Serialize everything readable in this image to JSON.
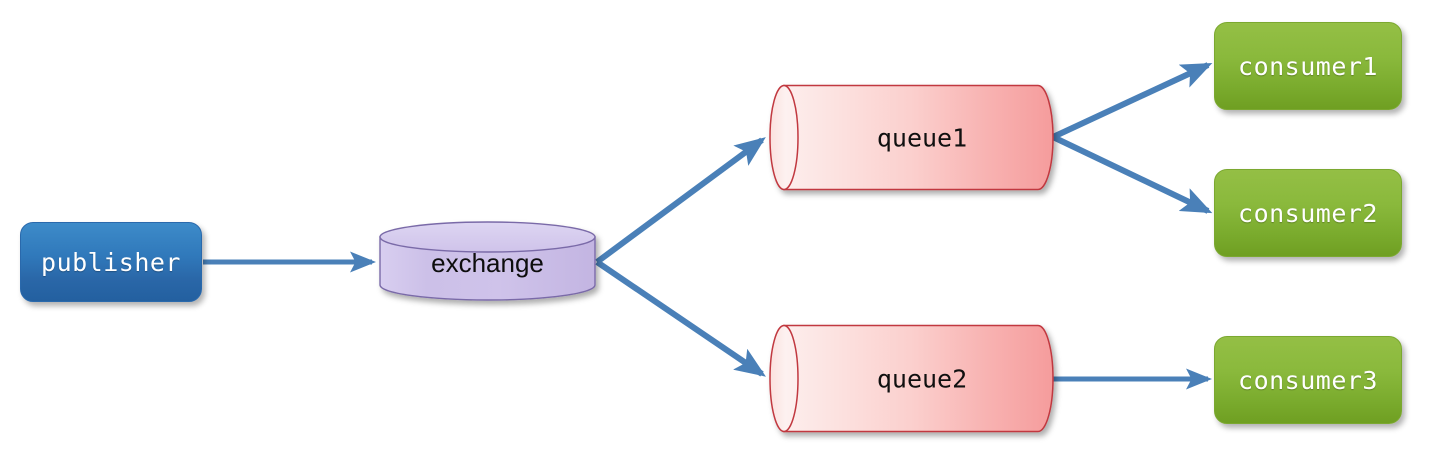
{
  "diagram": {
    "title": "publisher-exchange-queue-consumer message flow",
    "background": "#ffffff",
    "colors": {
      "publisher_fill": "#3079bb",
      "exchange_fill": "#cdc1e8",
      "exchange_stroke": "#7a6aa8",
      "queue_fill_light": "#fdeceb",
      "queue_fill_dark": "#f59a9a",
      "queue_stroke": "#c1393f",
      "consumer_fill": "#8ab93c",
      "arrow_color": "#4a80b8"
    }
  },
  "nodes": {
    "publisher": {
      "label": "publisher",
      "type": "rounded-box"
    },
    "exchange": {
      "label": "exchange",
      "type": "cylinder-vertical"
    },
    "queue1": {
      "label": "queue1",
      "type": "cylinder-horizontal"
    },
    "queue2": {
      "label": "queue2",
      "type": "cylinder-horizontal"
    },
    "consumer1": {
      "label": "consumer1",
      "type": "rounded-box"
    },
    "consumer2": {
      "label": "consumer2",
      "type": "rounded-box"
    },
    "consumer3": {
      "label": "consumer3",
      "type": "rounded-box"
    }
  },
  "edges": [
    {
      "name": "publisher-to-exchange",
      "from": "publisher",
      "to": "exchange",
      "label": ""
    },
    {
      "name": "exchange-to-queue1",
      "from": "exchange",
      "to": "queue1",
      "label": ""
    },
    {
      "name": "exchange-to-queue2",
      "from": "exchange",
      "to": "queue2",
      "label": ""
    },
    {
      "name": "queue1-to-consumer1",
      "from": "queue1",
      "to": "consumer1",
      "label": ""
    },
    {
      "name": "queue1-to-consumer2",
      "from": "queue1",
      "to": "consumer2",
      "label": ""
    },
    {
      "name": "queue2-to-consumer3",
      "from": "queue2",
      "to": "consumer3",
      "label": ""
    }
  ]
}
